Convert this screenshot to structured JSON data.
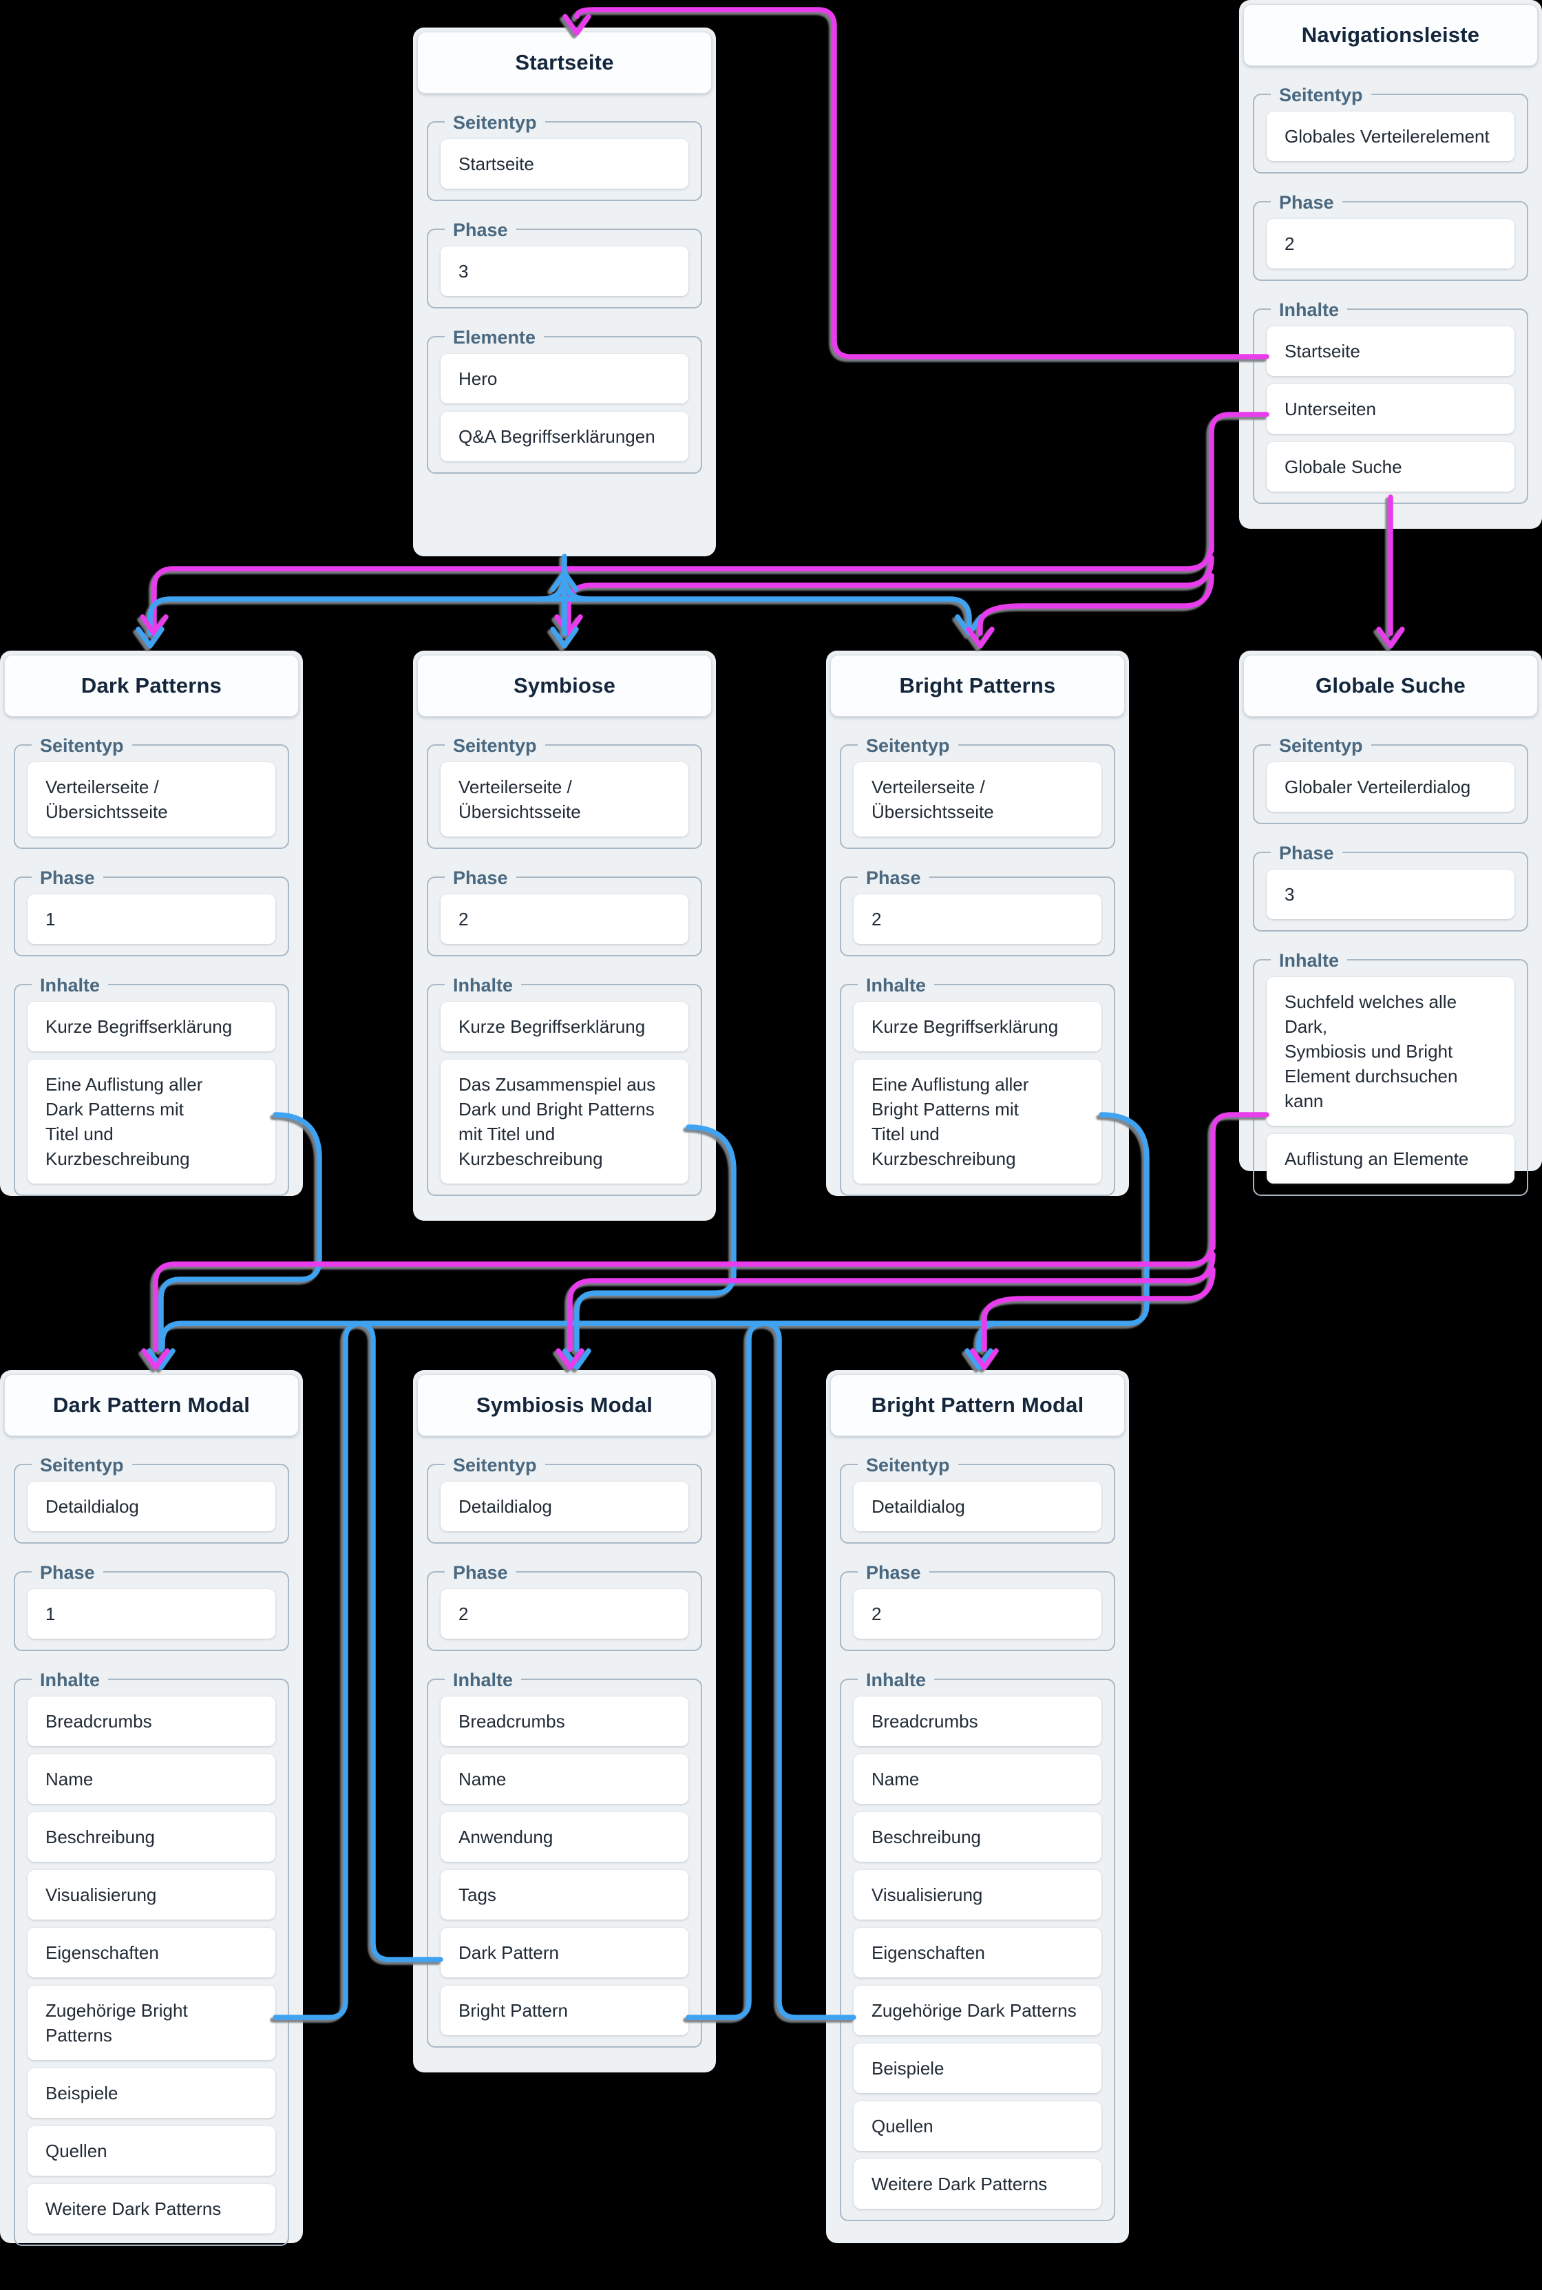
{
  "colors": {
    "background": "#000000",
    "wire_pink": "#e93ded",
    "wire_blue": "#41a3f2",
    "card_background": "#edf1f3",
    "card_title_background": "#fcfdfe",
    "legend_text": "#4a6880",
    "item_text": "#212b36",
    "title_text": "#14263c",
    "fieldset_border": "#a9b8c6"
  },
  "cards": {
    "startseite": {
      "title": "Startseite",
      "sections": [
        {
          "label": "Seitentyp",
          "items": [
            "Startseite"
          ]
        },
        {
          "label": "Phase",
          "items": [
            "3"
          ]
        },
        {
          "label": "Elemente",
          "items": [
            "Hero",
            "Q&A Begriffserklärungen"
          ]
        }
      ]
    },
    "navigationsleiste": {
      "title": "Navigationsleiste",
      "sections": [
        {
          "label": "Seitentyp",
          "items": [
            "Globales Verteilerelement"
          ]
        },
        {
          "label": "Phase",
          "items": [
            "2"
          ]
        },
        {
          "label": "Inhalte",
          "items": [
            "Startseite",
            "Unterseiten",
            "Globale Suche"
          ]
        }
      ]
    },
    "dark_patterns": {
      "title": "Dark Patterns",
      "sections": [
        {
          "label": "Seitentyp",
          "items": [
            "Verteilerseite /\nÜbersichtsseite"
          ]
        },
        {
          "label": "Phase",
          "items": [
            "1"
          ]
        },
        {
          "label": "Inhalte",
          "items": [
            "Kurze Begriffserklärung",
            "Eine Auflistung aller\nDark Patterns mit\nTitel und Kurzbeschreibung"
          ]
        }
      ]
    },
    "symbiose": {
      "title": "Symbiose",
      "sections": [
        {
          "label": "Seitentyp",
          "items": [
            "Verteilerseite /\nÜbersichtsseite"
          ]
        },
        {
          "label": "Phase",
          "items": [
            "2"
          ]
        },
        {
          "label": "Inhalte",
          "items": [
            "Kurze Begriffserklärung",
            "Das Zusammenspiel aus\nDark und Bright Patterns\nmit Titel und\nKurzbeschreibung"
          ]
        }
      ]
    },
    "bright_patterns": {
      "title": "Bright Patterns",
      "sections": [
        {
          "label": "Seitentyp",
          "items": [
            "Verteilerseite /\nÜbersichtsseite"
          ]
        },
        {
          "label": "Phase",
          "items": [
            "2"
          ]
        },
        {
          "label": "Inhalte",
          "items": [
            "Kurze Begriffserklärung",
            "Eine Auflistung aller\nBright Patterns mit\nTitel und Kurzbeschreibung"
          ]
        }
      ]
    },
    "globale_suche": {
      "title": "Globale Suche",
      "sections": [
        {
          "label": "Seitentyp",
          "items": [
            "Globaler Verteilerdialog"
          ]
        },
        {
          "label": "Phase",
          "items": [
            "3"
          ]
        },
        {
          "label": "Inhalte",
          "items": [
            "Suchfeld welches alle Dark,\nSymbiosis und Bright\nElement durchsuchen kann",
            "Auflistung an Elemente"
          ]
        }
      ]
    },
    "dark_pattern_modal": {
      "title": "Dark Pattern Modal",
      "sections": [
        {
          "label": "Seitentyp",
          "items": [
            "Detaildialog"
          ]
        },
        {
          "label": "Phase",
          "items": [
            "1"
          ]
        },
        {
          "label": "Inhalte",
          "items": [
            "Breadcrumbs",
            "Name",
            "Beschreibung",
            "Visualisierung",
            "Eigenschaften",
            "Zugehörige Bright Patterns",
            "Beispiele",
            "Quellen",
            "Weitere Dark Patterns"
          ]
        }
      ]
    },
    "symbiosis_modal": {
      "title": "Symbiosis Modal",
      "sections": [
        {
          "label": "Seitentyp",
          "items": [
            "Detaildialog"
          ]
        },
        {
          "label": "Phase",
          "items": [
            "2"
          ]
        },
        {
          "label": "Inhalte",
          "items": [
            "Breadcrumbs",
            "Name",
            "Anwendung",
            "Tags",
            "Dark Pattern",
            "Bright Pattern"
          ]
        }
      ]
    },
    "bright_pattern_modal": {
      "title": "Bright Pattern Modal",
      "sections": [
        {
          "label": "Seitentyp",
          "items": [
            "Detaildialog"
          ]
        },
        {
          "label": "Phase",
          "items": [
            "2"
          ]
        },
        {
          "label": "Inhalte",
          "items": [
            "Breadcrumbs",
            "Name",
            "Beschreibung",
            "Visualisierung",
            "Eigenschaften",
            "Zugehörige Dark Patterns",
            "Beispiele",
            "Quellen",
            "Weitere Dark Patterns"
          ]
        }
      ]
    }
  },
  "connections": [
    {
      "color": "pink",
      "from": "navigationsleiste.Startseite",
      "to": "startseite.top"
    },
    {
      "color": "pink",
      "from": "navigationsleiste.Unterseiten",
      "to": "dark_patterns.top"
    },
    {
      "color": "pink",
      "from": "navigationsleiste.Unterseiten",
      "to": "symbiose.top"
    },
    {
      "color": "pink",
      "from": "navigationsleiste.Unterseiten",
      "to": "bright_patterns.top"
    },
    {
      "color": "pink",
      "from": "navigationsleiste.Globale Suche",
      "to": "globale_suche.top"
    },
    {
      "color": "pink",
      "from": "globale_suche.Auflistung an Elemente",
      "to": "dark_pattern_modal.top"
    },
    {
      "color": "pink",
      "from": "globale_suche.Auflistung an Elemente",
      "to": "symbiosis_modal.top"
    },
    {
      "color": "pink",
      "from": "globale_suche.Auflistung an Elemente",
      "to": "bright_pattern_modal.top"
    },
    {
      "color": "blue",
      "from": "startseite.bottom",
      "to": "dark_patterns.top"
    },
    {
      "color": "blue",
      "from": "startseite.bottom",
      "to": "symbiose.top"
    },
    {
      "color": "blue",
      "from": "startseite.bottom",
      "to": "bright_patterns.top"
    },
    {
      "color": "blue",
      "from": "dark_patterns.Auflistung",
      "to": "dark_pattern_modal.top"
    },
    {
      "color": "blue",
      "from": "symbiose.Zusammenspiel",
      "to": "symbiosis_modal.top"
    },
    {
      "color": "blue",
      "from": "bright_patterns.Auflistung",
      "to": "bright_pattern_modal.top"
    },
    {
      "color": "blue",
      "from": "dark_pattern_modal.Zugehörige Bright Patterns",
      "to": "bright_pattern_modal.top"
    },
    {
      "color": "blue",
      "from": "symbiosis_modal.Dark Pattern",
      "to": "dark_pattern_modal.top"
    },
    {
      "color": "blue",
      "from": "symbiosis_modal.Bright Pattern",
      "to": "bright_pattern_modal.top"
    },
    {
      "color": "blue",
      "from": "bright_pattern_modal.Zugehörige Dark Patterns",
      "to": "dark_pattern_modal.top"
    }
  ]
}
